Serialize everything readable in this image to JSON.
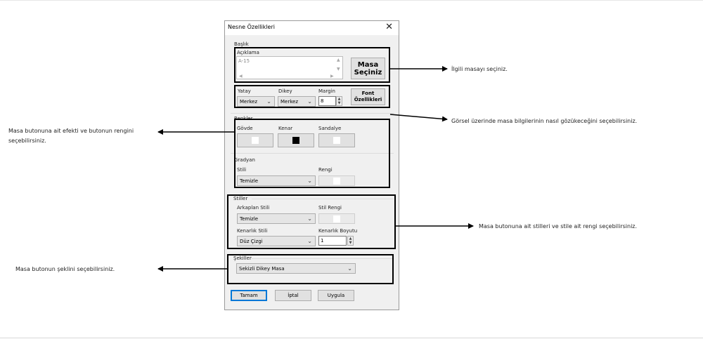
{
  "dialog": {
    "title": "Nesne Özellikleri",
    "sections": {
      "baslik": "Başlık",
      "renkler": "Renkler",
      "gradyan": "Gradyan",
      "stiller": "Stiller",
      "sekiller": "Şekiller"
    },
    "aciklama": {
      "label": "Açıklama",
      "value": "A-15"
    },
    "masa_button": {
      "line1": "Masa",
      "line2": "Seçiniz"
    },
    "yatay": {
      "label": "Yatay",
      "value": "Merkez"
    },
    "dikey": {
      "label": "Dikey",
      "value": "Merkez"
    },
    "margin": {
      "label": "Margin",
      "value": "8"
    },
    "font_button": {
      "line1": "Font",
      "line2": "Özellikleri"
    },
    "renk_labels": {
      "govde": "Gövde",
      "kenar": "Kenar",
      "sandalye": "Sandalye"
    },
    "renk_colors": {
      "govde": "#ffffff",
      "kenar": "#000000",
      "sandalye": "#ffffff"
    },
    "gradyan_stil": {
      "label": "Stili",
      "value": "Temizle"
    },
    "gradyan_renk": {
      "label": "Rengi"
    },
    "arkaplan_stili": {
      "label": "Arkaplan Stili",
      "value": "Temizle"
    },
    "stil_rengi": {
      "label": "Stil Rengi"
    },
    "kenarlik_stili": {
      "label": "Kenarlık Stili",
      "value": "Düz Çizgi"
    },
    "kenarlik_boyutu": {
      "label": "Kenarlık Boyutu",
      "value": "1"
    },
    "sekil": {
      "value": "Sekizli Dikey Masa"
    },
    "buttons": {
      "tamam": "Tamam",
      "iptal": "İptal",
      "uygula": "Uygula"
    }
  },
  "annotations": {
    "masa_sec": "İlgili masayı seçiniz.",
    "gorsel": "Görsel üzerinde masa bilgilerinin nasıl gözükeceğini seçebilirsiniz.",
    "efekt_line1": "Masa butonuna ait efekti ve butonun rengini",
    "efekt_line2": "seçebilirsiniz.",
    "stiller": "Masa butonuna ait stilleri ve stile ait rengi seçebilirsiniz.",
    "sekil": "Masa butonun şeklini seçebilirsiniz."
  },
  "icons": {
    "close": "close-icon",
    "dropdown": "chevron-down-icon",
    "spin": "spin-arrows-icon"
  }
}
